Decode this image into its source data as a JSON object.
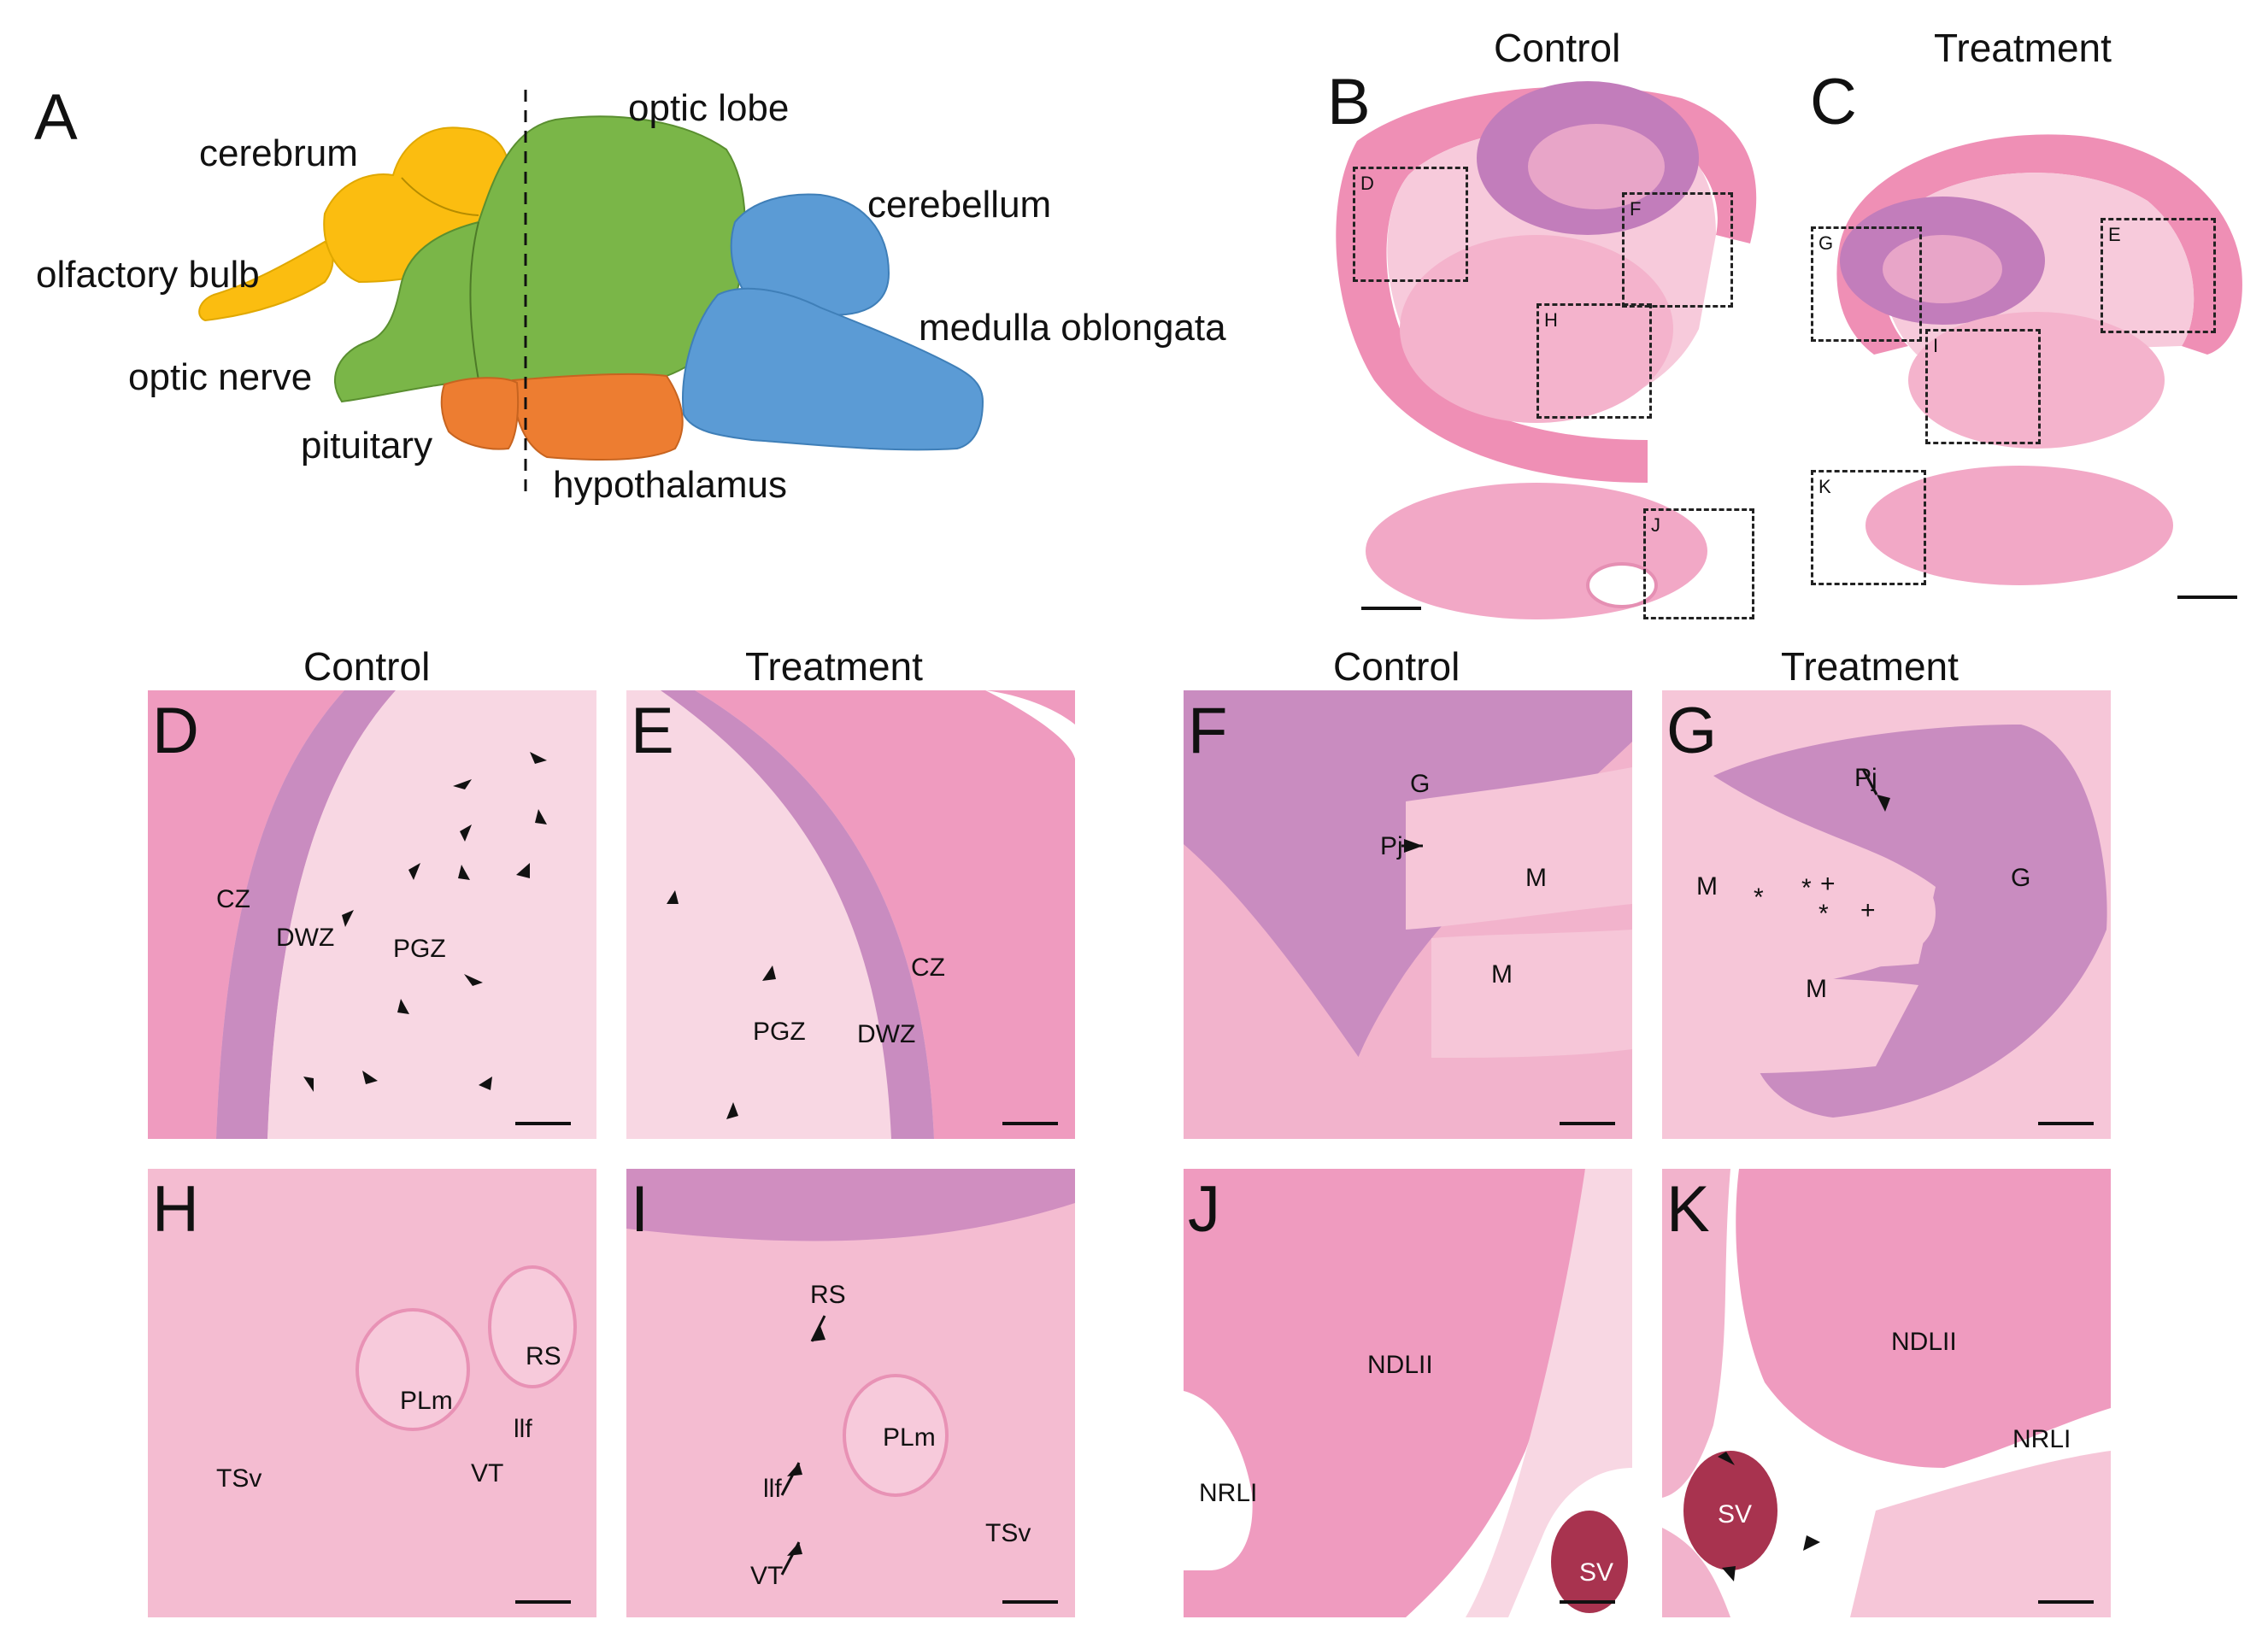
{
  "panels": {
    "A": "A",
    "B": "B",
    "C": "C",
    "D": "D",
    "E": "E",
    "F": "F",
    "G": "G",
    "H": "H",
    "I": "I",
    "J": "J",
    "K": "K"
  },
  "headers": {
    "top_control": "Control",
    "top_treatment": "Treatment",
    "mid_left_control": "Control",
    "mid_left_treatment": "Treatment",
    "mid_right_control": "Control",
    "mid_right_treatment": "Treatment"
  },
  "brain_diagram": {
    "labels": {
      "optic_lobe": "optic lobe",
      "cerebrum": "cerebrum",
      "cerebellum": "cerebellum",
      "olfactory_bulb": "olfactory bulb",
      "medulla_oblongata": "medulla oblongata",
      "optic_nerve": "optic nerve",
      "pituitary": "pituitary",
      "hypothalamus": "hypothalamus"
    },
    "colors": {
      "forebrain": "#fbbd10",
      "midbrain": "#7ab648",
      "hindbrain": "#5b9bd5",
      "ventral": "#ed7d31"
    }
  },
  "overview_boxes": {
    "B": [
      "D",
      "F",
      "H",
      "J"
    ],
    "C": [
      "G",
      "E",
      "I",
      "K"
    ]
  },
  "micro_labels": {
    "D": {
      "CZ": "CZ",
      "DWZ": "DWZ",
      "PGZ": "PGZ"
    },
    "E": {
      "PGZ": "PGZ",
      "DWZ": "DWZ",
      "CZ": "CZ"
    },
    "F": {
      "G": "G",
      "Pj": "Pj",
      "M1": "M",
      "M2": "M"
    },
    "G": {
      "Pj": "Pj",
      "G": "G",
      "M1": "M",
      "M2": "M",
      "star1": "*",
      "star2": "*",
      "star3": "*",
      "plus1": "+",
      "plus2": "+"
    },
    "H": {
      "RS": "RS",
      "PLm": "PLm",
      "llf": "llf",
      "TSv": "TSv",
      "VT": "VT"
    },
    "I": {
      "RS": "RS",
      "PLm": "PLm",
      "llf": "llf",
      "TSv": "TSv",
      "VT": "VT"
    },
    "J": {
      "NDLII": "NDLII",
      "NRLI": "NRLI",
      "SV": "SV"
    },
    "K": {
      "NDLII": "NDLII",
      "NRLI": "NRLI",
      "SV": "SV"
    }
  },
  "stain_colors": {
    "eosin": "#ef9bbf",
    "eosin_light": "#f6c6d8",
    "hematoxylin": "#b16aae",
    "blood": "#a8334f"
  }
}
